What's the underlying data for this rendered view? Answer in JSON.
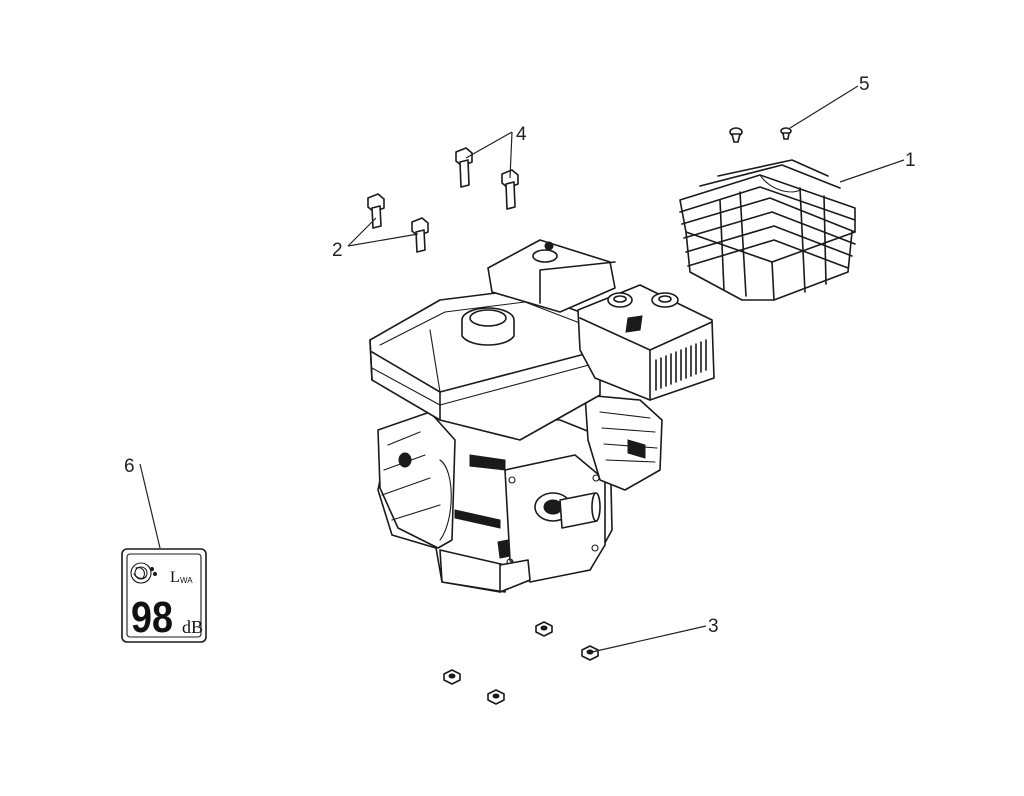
{
  "callouts": [
    "1",
    "2",
    "3",
    "4",
    "5",
    "6"
  ],
  "noise_label": {
    "symbol": "L",
    "subscript": "WA",
    "value": "98",
    "unit": "dB"
  }
}
